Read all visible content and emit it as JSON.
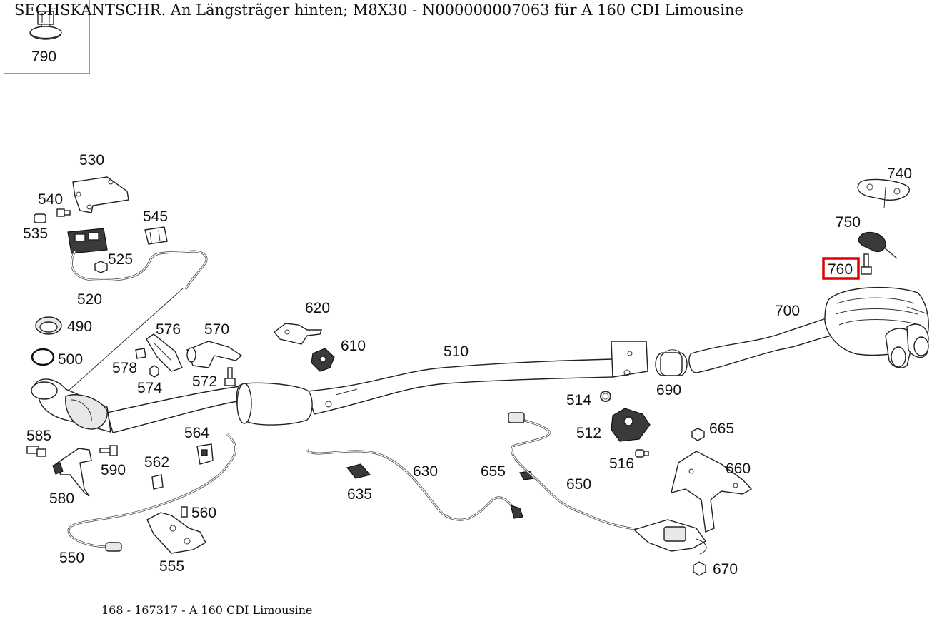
{
  "title": "SECHSKANTSCHR. An Längsträger hinten; M8X30 - N000000007063 für A 160 CDI Limousine",
  "thumbnail": {
    "label": "790"
  },
  "footer": "168 - 167317 - A 160 CDI Limousine",
  "highlight_color": "#e00000",
  "selected_part": "760",
  "callouts": {
    "c530": "530",
    "c540": "540",
    "c535": "535",
    "c545": "545",
    "c525": "525",
    "c520": "520",
    "c490": "490",
    "c500": "500",
    "c576": "576",
    "c570": "570",
    "c578": "578",
    "c574": "574",
    "c572": "572",
    "c620": "620",
    "c610": "610",
    "c510": "510",
    "c585": "585",
    "c590": "590",
    "c580": "580",
    "c564": "564",
    "c562": "562",
    "c560": "560",
    "c550": "550",
    "c555": "555",
    "c630": "630",
    "c635": "635",
    "c655": "655",
    "c650": "650",
    "c514": "514",
    "c512": "512",
    "c516": "516",
    "c690": "690",
    "c700": "700",
    "c740": "740",
    "c750": "750",
    "c760": "760",
    "c665": "665",
    "c660": "660",
    "c670": "670"
  }
}
